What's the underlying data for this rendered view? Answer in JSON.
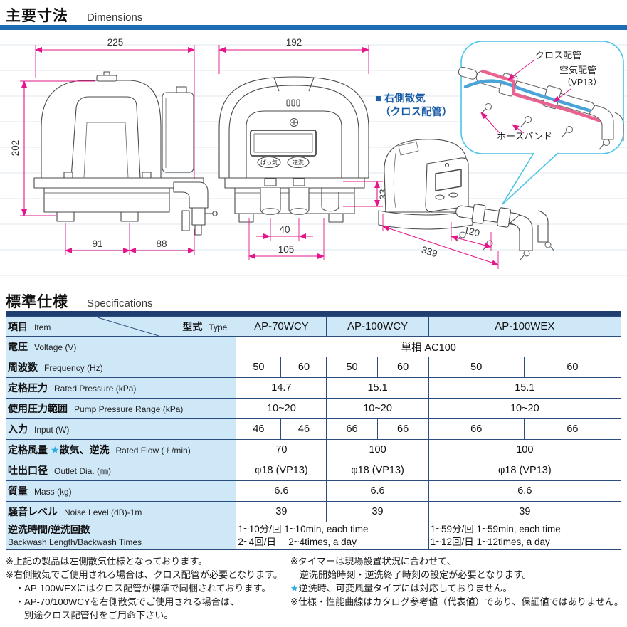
{
  "colors": {
    "accent_bar": "#1d6cb4",
    "table_bar": "#1e3f70",
    "table_line": "#2b4d7d",
    "cell_blue": "#cfe8f8",
    "dimension_magenta": "#e5168a",
    "callout_blue": "#4ac4e6",
    "pipe_blue": "#4aa4d8",
    "pipe_pink": "#e8638f",
    "caption_blue": "#1a5ea8",
    "star_blue": "#2aabe2"
  },
  "dim_section": {
    "title_jp": "主要寸法",
    "title_en": "Dimensions",
    "side_view": {
      "dim_width": "225",
      "dim_height": "202",
      "dim_foot_left": "91",
      "dim_foot_right": "88"
    },
    "front_view": {
      "dim_width": "192",
      "dim_port_h": "33",
      "dim_port_pitch": "40",
      "dim_base": "105",
      "btn_aeration": "ばっ気",
      "btn_backwash": "逆洗"
    },
    "right_view": {
      "caption_line1": "■ 右側散気",
      "caption_line2": "（クロス配管）",
      "dim_pipe": "120",
      "dim_total": "339"
    },
    "callout": {
      "cross_pipe": "クロス配管",
      "air_pipe": "空気配管",
      "air_pipe2": "（VP13）",
      "hose_band": "ホースバンド"
    }
  },
  "spec_section": {
    "title_jp": "標準仕様",
    "title_en": "Specifications",
    "header": {
      "item_jp": "項目",
      "item_en": "Item",
      "type_jp": "型式",
      "type_en": "Type",
      "models": [
        "AP-70WCY",
        "AP-100WCY",
        "AP-100WEX"
      ]
    },
    "rows": {
      "voltage": {
        "jp": "電圧",
        "en": "Voltage (V)",
        "value": "単相  AC100"
      },
      "frequency": {
        "jp": "周波数",
        "en": "Frequency (Hz)",
        "values": [
          "50",
          "60",
          "50",
          "60",
          "50",
          "60"
        ]
      },
      "rated_pressure": {
        "jp": "定格圧力",
        "en": "Rated Pressure (kPa)",
        "values": [
          "14.7",
          "15.1",
          "15.1"
        ]
      },
      "pressure_range": {
        "jp": "使用圧力範囲",
        "en": "Pump Pressure Range (kPa)",
        "values": [
          "10~20",
          "10~20",
          "10~20"
        ]
      },
      "input": {
        "jp": "入力",
        "en": "Input (W)",
        "values": [
          "46",
          "46",
          "66",
          "66",
          "66",
          "66"
        ]
      },
      "rated_flow": {
        "jp_pre": "定格風量 ",
        "star": "★",
        "jp_post": "散気、逆洗",
        "en": "Rated Flow ( ℓ /min)",
        "values": [
          "70",
          "100",
          "100"
        ]
      },
      "outlet": {
        "jp": "吐出口径",
        "en": "Outlet Dia. (㎜)",
        "values": [
          "φ18 (VP13)",
          "φ18 (VP13)",
          "φ18 (VP13)"
        ]
      },
      "mass": {
        "jp": "質量",
        "en": "Mass (kg)",
        "values": [
          "6.6",
          "6.6",
          "6.6"
        ]
      },
      "noise": {
        "jp": "騒音レベル",
        "en": "Noise Level (dB)-1m",
        "values": [
          "39",
          "39",
          "39"
        ]
      },
      "backwash": {
        "jp": "逆洗時間/逆洗回数",
        "en": "Backwash Length/Backwash Times",
        "wcy_line1": "1~10分/回  1~10min, each time",
        "wcy_line2": "2~4回/日　 2~4times, a day",
        "wex_line1": "1~59分/回  1~59min, each time",
        "wex_line2": "1~12回/日  1~12times, a day"
      }
    }
  },
  "footnotes": {
    "left": [
      {
        "marker": "※",
        "text": "上記の製品は左側散気仕様となっております。"
      },
      {
        "marker": "※",
        "text": "右側散気でご使用される場合は、クロス配管が必要となります。"
      },
      {
        "marker": "・",
        "text": "AP-100WEXにはクロス配管が標準で同梱されております。"
      },
      {
        "marker": "・",
        "text": "AP-70/100WCYを右側散気でご使用される場合は、"
      },
      {
        "marker": "",
        "text": "別途クロス配管付をご用命下さい。"
      }
    ],
    "right": [
      {
        "marker": "※",
        "text": "タイマーは現場設置状況に合わせて、"
      },
      {
        "marker": "",
        "text": "逆洗開始時刻・逆洗終了時刻の設定が必要となります。"
      },
      {
        "marker": "★",
        "text": "逆洗時、可変風量タイプには対応しておりません。"
      },
      {
        "marker": "※",
        "text": "仕様・性能曲線はカタログ参考値（代表値）であり、保証値ではありません。"
      }
    ]
  }
}
